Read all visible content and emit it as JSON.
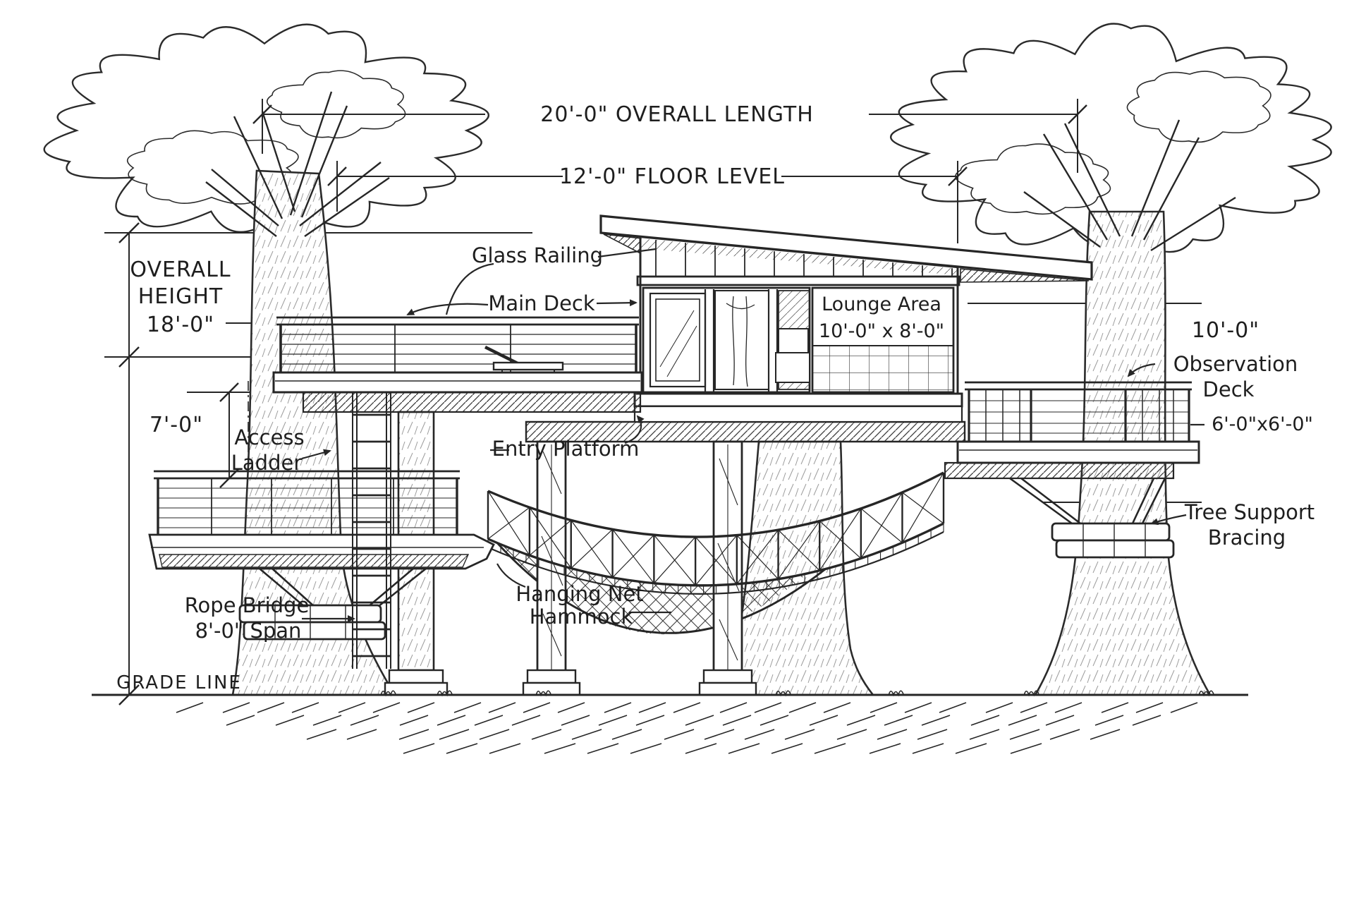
{
  "drawing": {
    "type": "treehouse-elevation-sketch",
    "ink_color": "#262626",
    "paper_color": "#ffffff"
  },
  "dimensions": {
    "overall_length": "20'-0\" OVERALL LENGTH",
    "floor_level": "12'-0\" FLOOR LEVEL",
    "overall_height": [
      "OVERALL",
      "HEIGHT",
      "18'-0\""
    ],
    "left_height": "7'-0\"",
    "right_height": "10'-0\"",
    "observation_size": "6'-0\"x6'-0\""
  },
  "labels": {
    "glass_railing": "Glass Railing",
    "main_deck": "Main Deck",
    "lounge_area": [
      "Lounge Area",
      "10'-0\" x 8'-0\""
    ],
    "observation_deck": [
      "Observation",
      "Deck"
    ],
    "access_ladder": [
      "Access",
      "Ladder"
    ],
    "entry_platform": "Entry Platform",
    "tree_support": [
      "Tree Support",
      "Bracing"
    ],
    "rope_bridge": [
      "Rope Bridge",
      "8'-0\" Span"
    ],
    "hammock": [
      "Hanging Net",
      "Hammock"
    ],
    "grade_line": "GRADE LINE"
  }
}
